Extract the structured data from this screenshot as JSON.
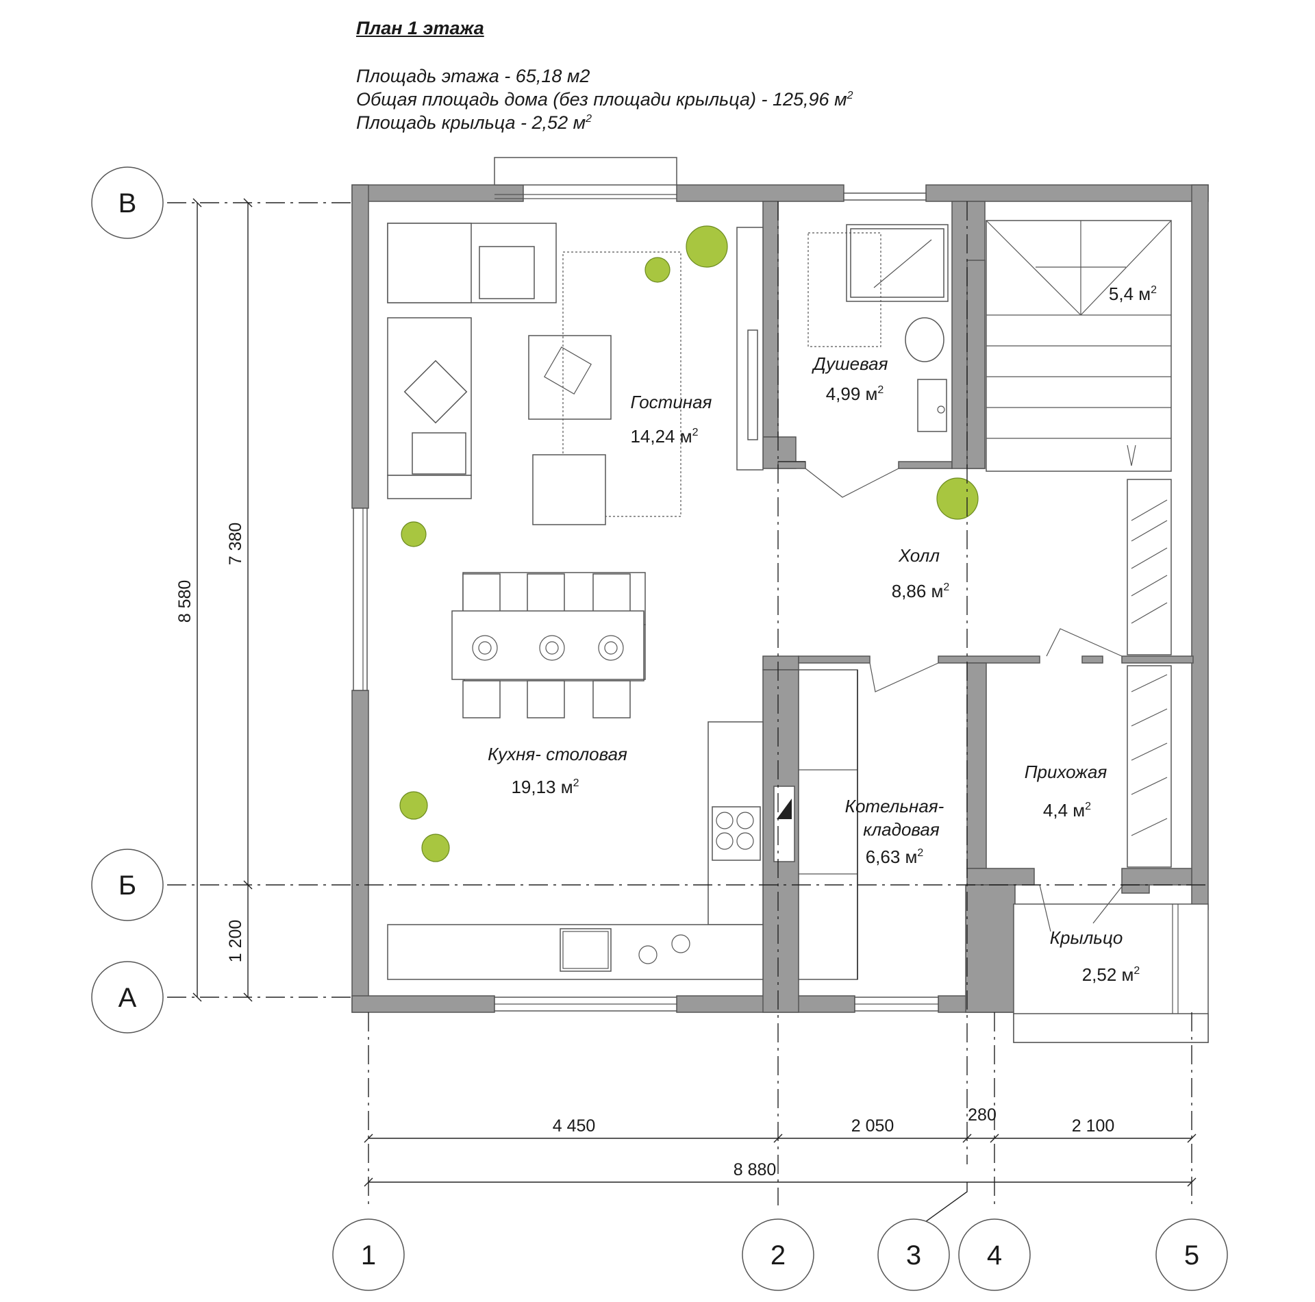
{
  "header": {
    "title": "План  1 этажа",
    "floor_area": "Площадь этажа - 65,18 м2",
    "total_area_text": "Общая площадь дома  (без площади крыльца) - 125,96 м",
    "porch_area_text": "Площадь крыльца - 2,52 м",
    "superscript": "2"
  },
  "rooms": [
    {
      "name": "Гостиная",
      "area": "14,24 м",
      "sup": "2"
    },
    {
      "name": "Душевая",
      "area": "4,99 м",
      "sup": "2"
    },
    {
      "name": "",
      "area": "5,4 м",
      "sup": "2"
    },
    {
      "name": "Холл",
      "area": "8,86 м",
      "sup": "2"
    },
    {
      "name": "Кухня- столовая",
      "area": "19,13 м",
      "sup": "2"
    },
    {
      "name": "Котельная-",
      "name2": "кладовая",
      "area": "6,63 м",
      "sup": "2"
    },
    {
      "name": "Прихожая",
      "area": "4,4 м",
      "sup": "2"
    },
    {
      "name": "Крыльцо",
      "area": "2,52 м",
      "sup": "2"
    }
  ],
  "axes": {
    "rows": [
      "В",
      "Б",
      "А"
    ],
    "columns": [
      "1",
      "2",
      "3",
      "4",
      "5"
    ]
  },
  "dimensions": {
    "vertical_total": "8 580",
    "vertical_main": "7 380",
    "vertical_porch": "1 200",
    "horizontal": [
      "4 450",
      "2 050",
      "280",
      "2 100"
    ],
    "horizontal_total": "8 880"
  }
}
